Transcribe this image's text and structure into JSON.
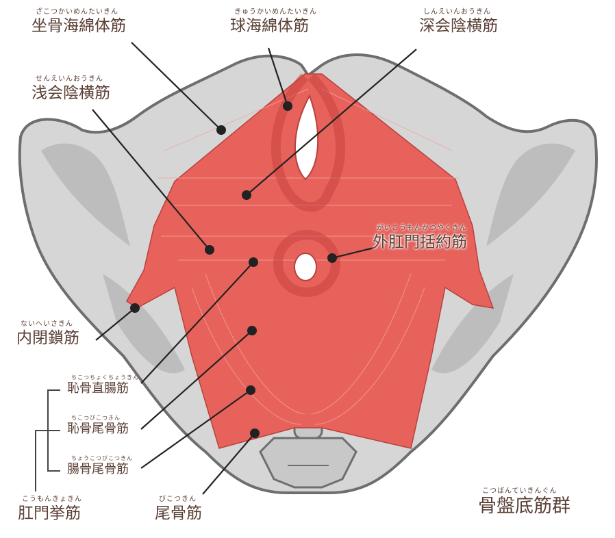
{
  "title": {
    "furigana": "こつばんていきんぐん",
    "text": "骨盤底筋群"
  },
  "labels": {
    "ischiocavernosus": {
      "furigana": "ざこつかいめんたいきん",
      "text": "坐骨海綿体筋"
    },
    "bulbospongiosus": {
      "furigana": "きゅうかいめんたいきん",
      "text": "球海綿体筋"
    },
    "deep_transverse_perineal": {
      "furigana": "しんえいんおうきん",
      "text": "深会陰横筋"
    },
    "superficial_transverse_perineal": {
      "furigana": "せんえいんおうきん",
      "text": "浅会陰横筋"
    },
    "external_anal_sphincter": {
      "furigana": "がいこうもんかつやくきん",
      "text": "外肛門括約筋"
    },
    "obturator_internus": {
      "furigana": "ないへいさきん",
      "text": "内閉鎖筋"
    },
    "puborectalis": {
      "furigana": "ちこつちょくちょうきん",
      "text": "恥骨直腸筋"
    },
    "pubococcygeus": {
      "furigana": "ちこつびこつきん",
      "text": "恥骨尾骨筋"
    },
    "iliococcygeus": {
      "furigana": "ちょうこつびこつきん",
      "text": "腸骨尾骨筋"
    },
    "levator_ani": {
      "furigana": "こうもんきょきん",
      "text": "肛門挙筋"
    },
    "coccygeus": {
      "furigana": "びこつきん",
      "text": "尾骨筋"
    }
  },
  "colors": {
    "muscle": "#e8625c",
    "bone": "#d4d4d4",
    "bone_outline": "#6e6e6e",
    "text": "#5b4036"
  }
}
